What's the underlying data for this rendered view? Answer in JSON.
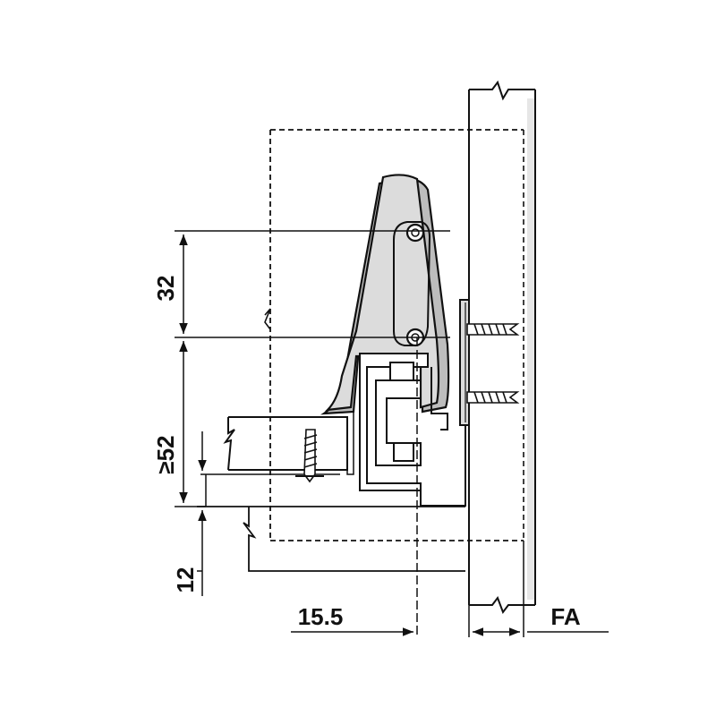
{
  "diagram": {
    "dimensions": {
      "hole_spacing": "32",
      "min_height": "≥52",
      "bottom_offset": "12",
      "side_clearance": "15.5",
      "front_label": "FA"
    },
    "colors": {
      "line": "#111111",
      "bracket_fill": "#dcdcdc",
      "bracket_shadow": "#bdbdbd",
      "panel_shade": "#e6e6e6"
    }
  }
}
